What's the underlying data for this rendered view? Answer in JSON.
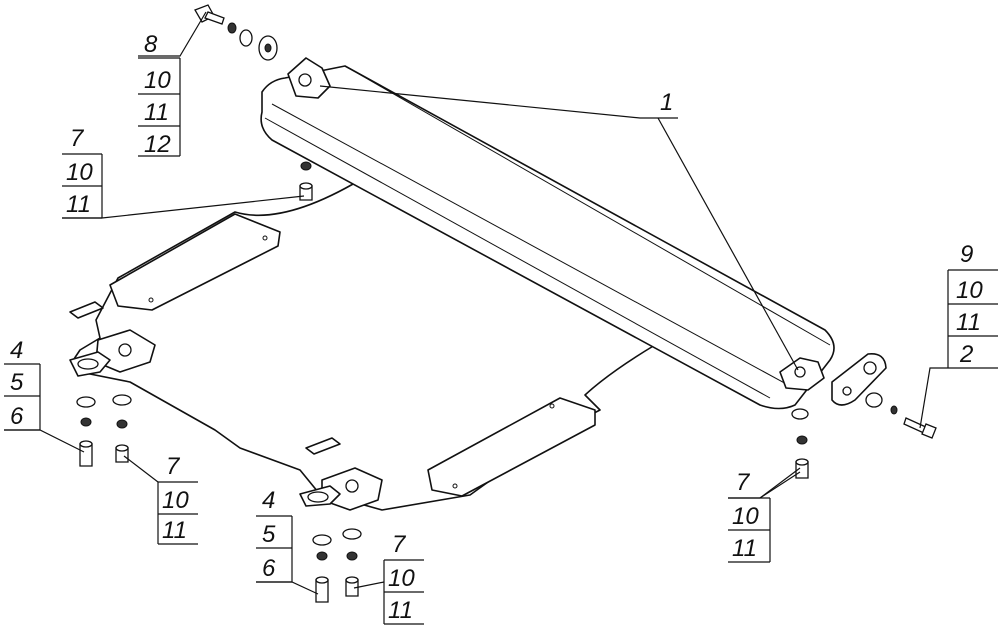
{
  "callouts": {
    "main_part": "1",
    "bracket": "2",
    "hardware_sets": [
      [
        "8",
        "10",
        "11",
        "12"
      ],
      [
        "7",
        "10",
        "11"
      ],
      [
        "9",
        "10",
        "11",
        "2"
      ],
      [
        "4",
        "5",
        "6"
      ],
      [
        "7",
        "10",
        "11"
      ],
      [
        "4",
        "5",
        "6"
      ],
      [
        "7",
        "10",
        "11"
      ],
      [
        "7",
        "10",
        "11"
      ]
    ]
  }
}
